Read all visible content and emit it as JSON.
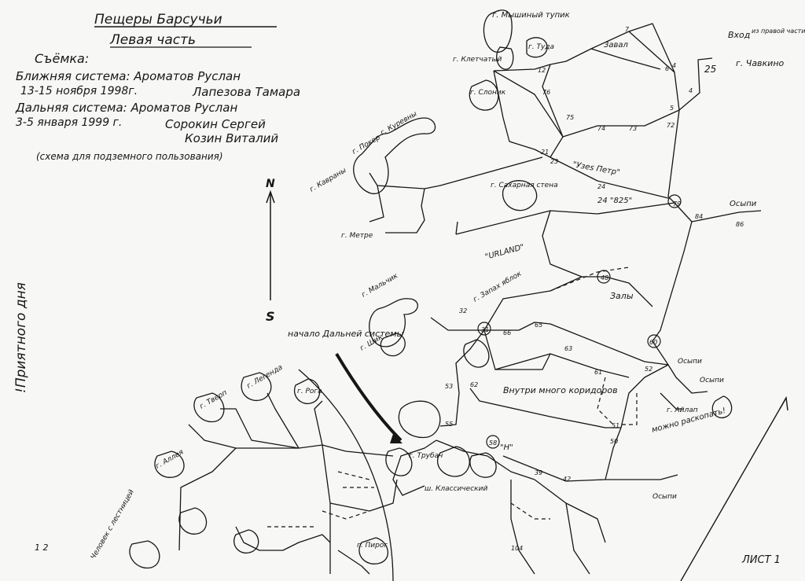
{
  "header": {
    "title_line1": "Пещеры Барсучьи",
    "title_line2": "Левая часть",
    "survey_label": "Съёмка:",
    "near_system": "Ближняя система: Ароматов Руслан",
    "near_dates": "13-15 ноября 1998г.",
    "near_person2": "Лапезова Тамара",
    "far_system": "Дальняя система: Ароматов Руслан",
    "far_dates": "3-5 января 1999 г.",
    "far_person2": "Сорокин Сергей",
    "far_person3": "Козин Виталий",
    "note": "(схема для подземного пользования)"
  },
  "side_text": "!Приятного дня",
  "compass": {
    "north": "N",
    "south": "S"
  },
  "entrance": {
    "label": "Вход",
    "sub": "из правой части",
    "point": "25",
    "place": "г. Чавкино"
  },
  "grottos": {
    "myshiny": "г. Мышиный тупик",
    "kletchaty": "г. Клетчатый",
    "tuda": "г. Туда",
    "slonik": "г. Слоник",
    "kavrany": "г. Кавраны",
    "poker": "г. Покер",
    "kurevny": "г. Куревны",
    "metre": "г. Метре",
    "saharnaya": "г. Сахарная стена",
    "malchik": "г. Мальчик",
    "shik": "г. Шик",
    "tverp": "г. Тверп",
    "legend": "г. Легенда",
    "roga": "г. Рога",
    "alleya": "г. Аллея",
    "trubach": "г. Трубач",
    "pirog": "г. Пирог",
    "ailap": "г. Айлап",
    "zapah": "г. Запах яблок",
    "g": "г."
  },
  "labels": {
    "zaval": "Завал",
    "uzes_petr": "\"Узеs Петр\"",
    "p825": "24 \"825\"",
    "urland": "\"URLAND\"",
    "zaly": "Залы",
    "osypi": "Осыпи",
    "osypi2": "Осыпи",
    "osypi3": "Осыпи",
    "osypi4": "Осыпи",
    "nachalo": "начало Дальней системы",
    "vnutri": "Внутри много коридоров",
    "mozhno": "можно раскопать!",
    "klassich": "ш. Классический",
    "chelov": "Человек с лестницей",
    "H": "\"H\"",
    "list": "ЛИСТ 1",
    "lab12": "1 2",
    "pt104": "104"
  },
  "stations": [
    "7",
    "6",
    "5",
    "4",
    "12",
    "76",
    "75",
    "74",
    "73",
    "72",
    "79",
    "84",
    "86",
    "23",
    "24",
    "21",
    "32",
    "31",
    "66",
    "65",
    "63",
    "62",
    "61",
    "52",
    "51",
    "50",
    "55",
    "53",
    "39",
    "42",
    "48",
    "58",
    "60",
    "4"
  ],
  "colors": {
    "ink": "#161616",
    "paper": "#f7f7f5"
  }
}
